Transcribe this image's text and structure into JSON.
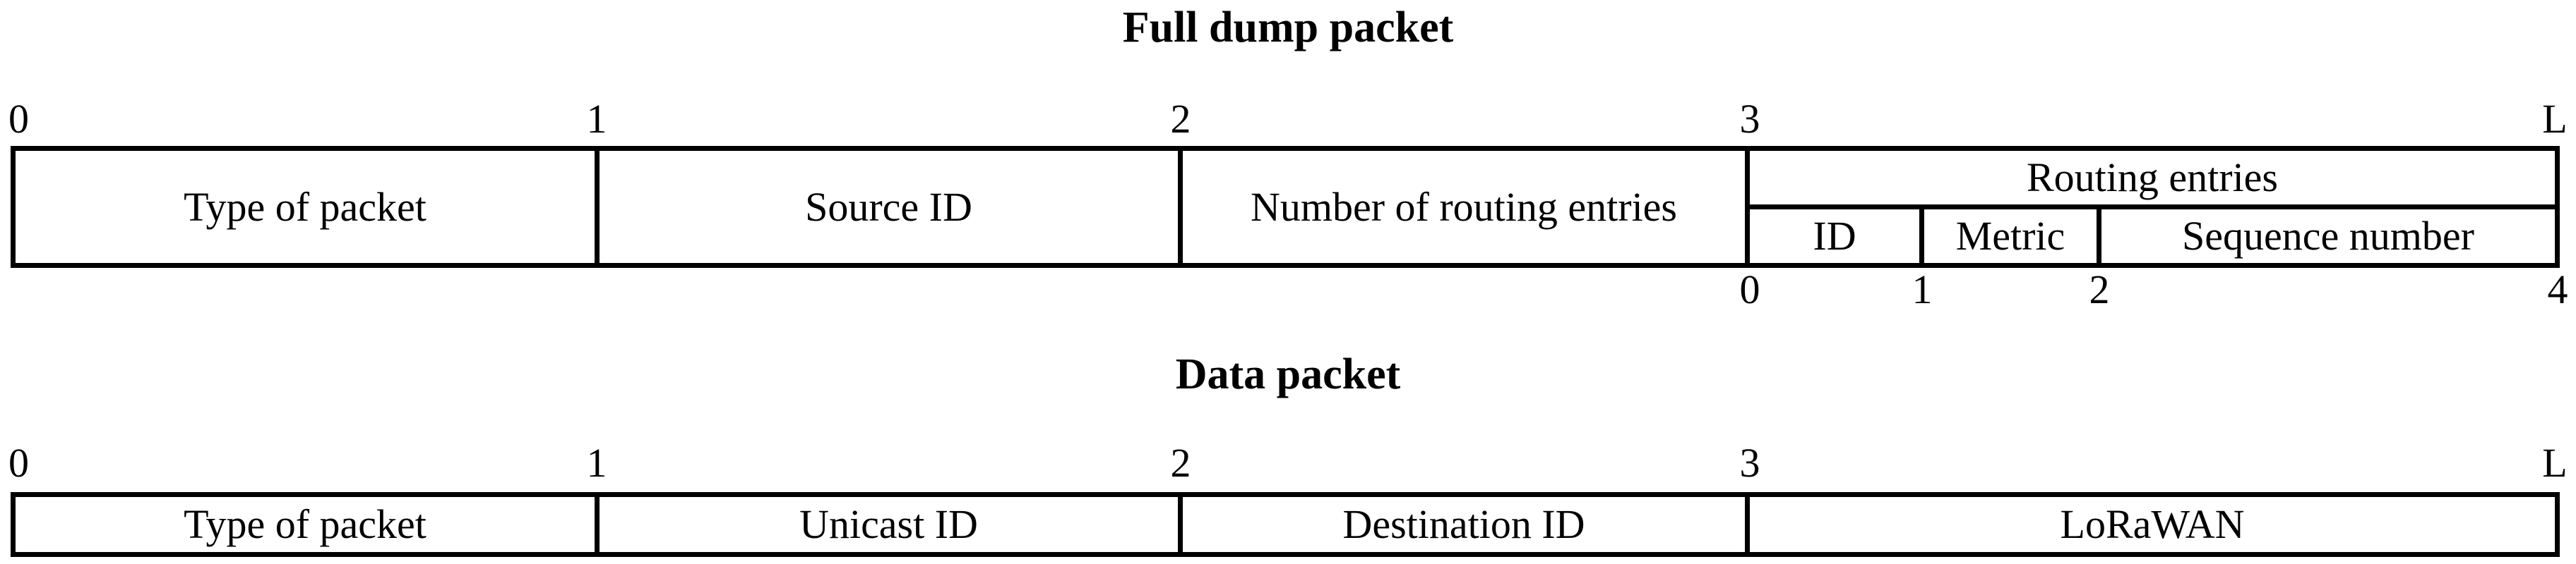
{
  "full_dump": {
    "title": "Full dump packet",
    "top_ticks": [
      "0",
      "1",
      "2",
      "3",
      "L"
    ],
    "fields": [
      "Type of packet",
      "Source ID",
      "Number of routing entries"
    ],
    "routing": {
      "header": "Routing entries",
      "subfields": [
        "ID",
        "Metric",
        "Sequence number"
      ],
      "bottom_ticks": [
        "0",
        "1",
        "2",
        "4"
      ]
    }
  },
  "data_packet": {
    "title": "Data packet",
    "top_ticks": [
      "0",
      "1",
      "2",
      "3",
      "L"
    ],
    "fields": [
      "Type of packet",
      "Unicast ID",
      "Destination ID",
      "LoRaWAN"
    ]
  },
  "colors": {
    "line": "#000000",
    "background": "#ffffff",
    "text": "#000000"
  }
}
